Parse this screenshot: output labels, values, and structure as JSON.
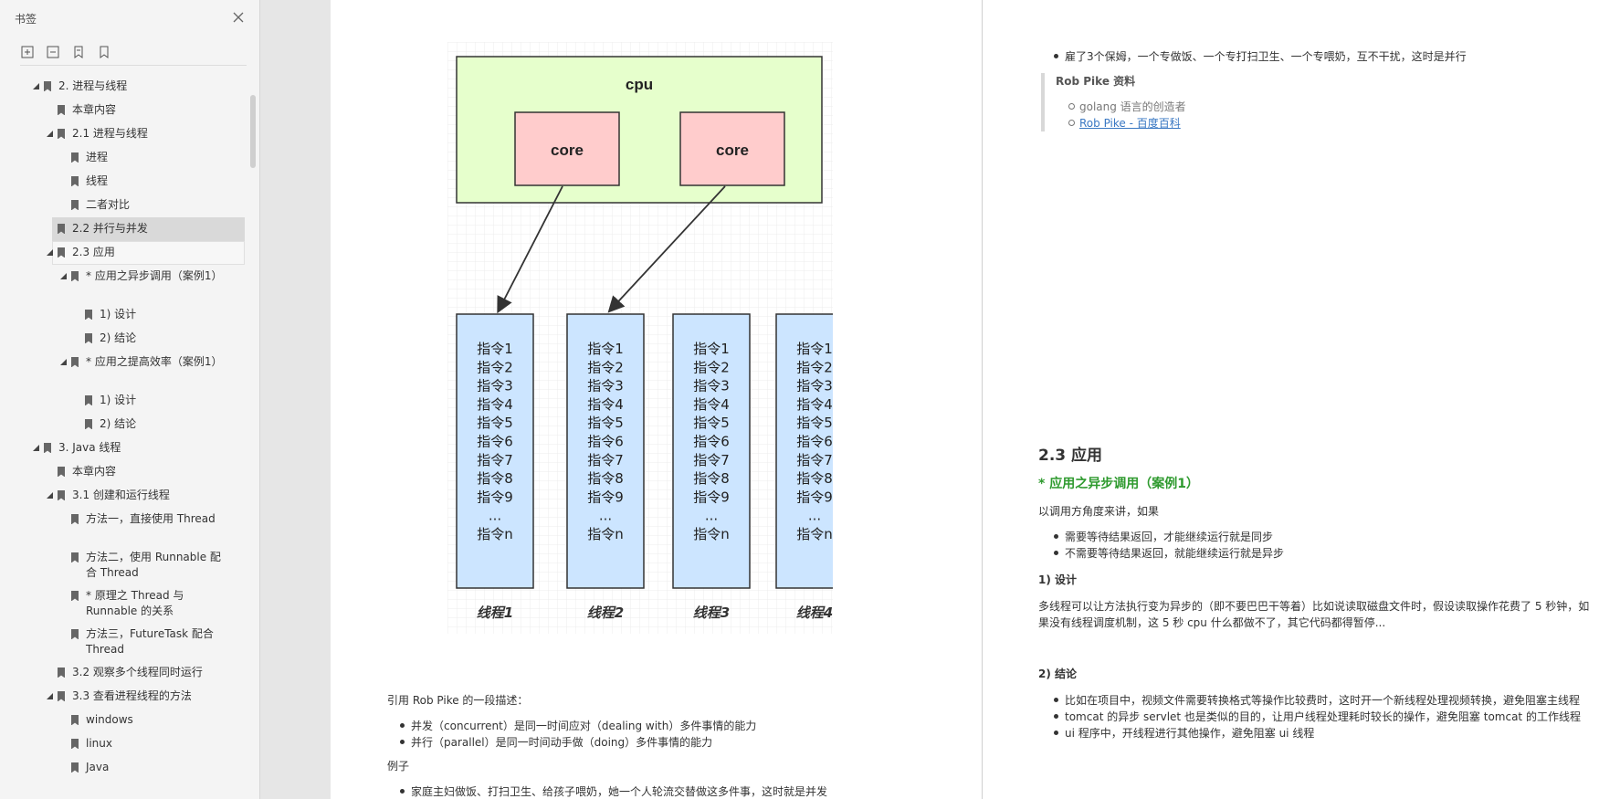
{
  "sidebar": {
    "title": "书签",
    "tools": [
      "expand-icon",
      "collapse-icon",
      "add-bookmark-icon",
      "bookmark-icon"
    ],
    "items": [
      {
        "label": "2. 进程与线程",
        "level": 0,
        "expanded": true
      },
      {
        "label": "本章内容",
        "level": 1
      },
      {
        "label": "2.1 进程与线程",
        "level": 1,
        "expanded": true
      },
      {
        "label": "进程",
        "level": 2
      },
      {
        "label": "线程",
        "level": 2
      },
      {
        "label": "二者对比",
        "level": 2
      },
      {
        "label": "2.2 并行与并发",
        "level": 1,
        "selected": true
      },
      {
        "label": "2.3 应用",
        "level": 1,
        "expanded": true,
        "hover": true
      },
      {
        "label": "* 应用之异步调用（案例1）",
        "level": 2,
        "expanded": true
      },
      {
        "label": "1) 设计",
        "level": 3
      },
      {
        "label": "2) 结论",
        "level": 3
      },
      {
        "label": "* 应用之提高效率（案例1）",
        "level": 2,
        "expanded": true
      },
      {
        "label": "1) 设计",
        "level": 3
      },
      {
        "label": "2) 结论",
        "level": 3
      },
      {
        "label": "3. Java 线程",
        "level": 0,
        "expanded": true
      },
      {
        "label": "本章内容",
        "level": 1
      },
      {
        "label": "3.1 创建和运行线程",
        "level": 1,
        "expanded": true
      },
      {
        "label": "方法一，直接使用 Thread",
        "level": 2
      },
      {
        "label": "方法二，使用 Runnable 配合 Thread",
        "level": 2
      },
      {
        "label": "* 原理之 Thread 与 Runnable 的关系",
        "level": 2
      },
      {
        "label": "方法三，FutureTask 配合 Thread",
        "level": 2
      },
      {
        "label": "3.2 观察多个线程同时运行",
        "level": 1
      },
      {
        "label": "3.3 查看进程线程的方法",
        "level": 1,
        "expanded": true
      },
      {
        "label": "windows",
        "level": 2
      },
      {
        "label": "linux",
        "level": 2
      },
      {
        "label": "Java",
        "level": 2
      }
    ]
  },
  "diagram": {
    "cpu_label": "cpu",
    "core_label": "core",
    "instructions": [
      "指令1",
      "指令2",
      "指令3",
      "指令4",
      "指令5",
      "指令6",
      "指令7",
      "指令8",
      "指令9",
      "...",
      "指令n"
    ],
    "threads": [
      "线程1",
      "线程2",
      "线程3",
      "线程4"
    ],
    "colors": {
      "cpu": "#e6ffcc",
      "core": "#ffcccc",
      "thread": "#cce5ff",
      "stroke": "#333333"
    }
  },
  "left_page": {
    "quote_intro": "引用 Rob Pike 的一段描述：",
    "bullets": [
      "并发（concurrent）是同一时间应对（dealing with）多件事情的能力",
      "并行（parallel）是同一时间动手做（doing）多件事情的能力"
    ],
    "example_label": "例子",
    "example_bullet": "家庭主妇做饭、打扫卫生、给孩子喂奶，她一个人轮流交替做这多件事，这时就是并发"
  },
  "right_page": {
    "top_bullet": "雇了3个保姆，一个专做饭、一个专打扫卫生、一个专喂奶，互不干扰，这时是并行",
    "quote_title": "Rob Pike 资料",
    "quote_items": [
      "golang 语言的创造者"
    ],
    "quote_link": "Rob Pike - 百度百科",
    "h2": "2.3 应用",
    "h3": "* 应用之异步调用（案例1）",
    "intro": "以调用方角度来讲，如果",
    "sync_bullets": [
      "需要等待结果返回，才能继续运行就是同步",
      "不需要等待结果返回，就能继续运行就是异步"
    ],
    "design_h": "1) 设计",
    "design_p1": "多线程可以让方法执行变为异步的（即不要巴巴干等着）比如说读取磁盘文件时，假设读取操作花费了 5 秒钟，如",
    "design_p2": "果没有线程调度机制，这 5 秒 cpu 什么都做不了，其它代码都得暂停...",
    "conclusion_h": "2) 结论",
    "conclusion_bullets": [
      "比如在项目中，视频文件需要转换格式等操作比较费时，这时开一个新线程处理视频转换，避免阻塞主线程",
      "tomcat 的异步 servlet 也是类似的目的，让用户线程处理耗时较长的操作，避免阻塞 tomcat 的工作线程",
      "ui 程序中，开线程进行其他操作，避免阻塞 ui 线程"
    ]
  }
}
